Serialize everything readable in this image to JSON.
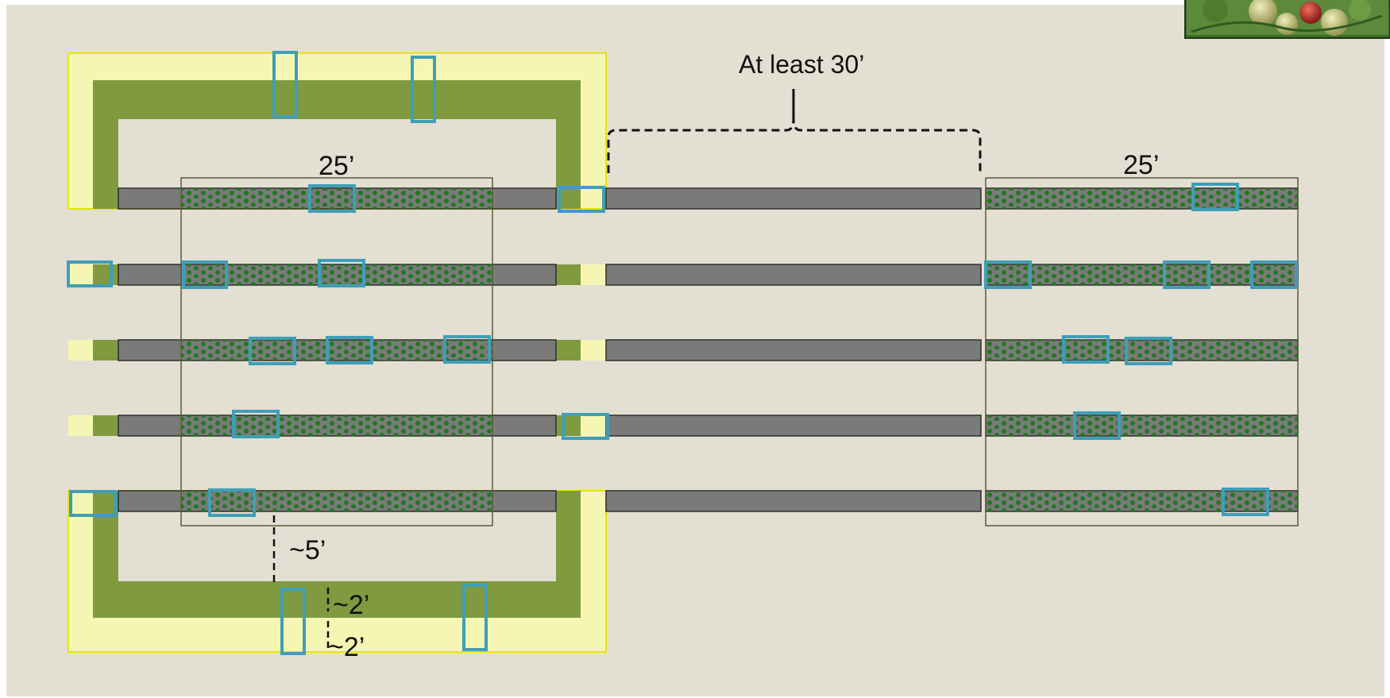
{
  "labels": {
    "spacing_label": "At least 30’",
    "left_plot_width": "25’",
    "right_plot_width": "25’",
    "row_spacing": "~5’",
    "border_inner_width": "~2’",
    "border_outer_width": "~2’"
  },
  "colors": {
    "background": "#E3DFD2",
    "outer_border": "#F6F6B4",
    "outer_border_edge": "#E6E600",
    "inner_border": "#7F9A3F",
    "row": "#7A7A7A",
    "row_edge": "#2E2E2E",
    "plant_dot": "#1E7A1E",
    "trap": "#3F9FB6",
    "plot_outline": "#5A5A3A"
  },
  "photo": {
    "type": "photo-thumbnail",
    "subject": "green-fruit-cluster"
  }
}
